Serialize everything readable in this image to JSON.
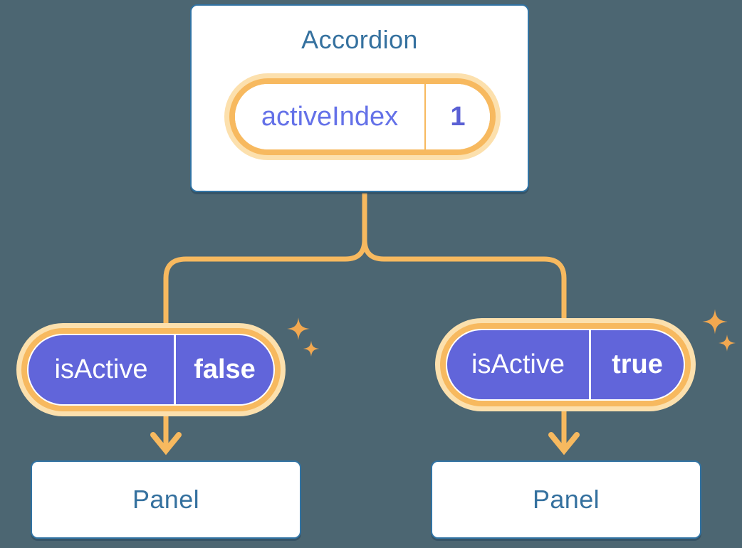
{
  "colors": {
    "background": "#4C6672",
    "card-bg": "#FFFFFF",
    "card-border": "#3173A3",
    "heading-text": "#35719F",
    "orange": "#F7B95F",
    "orange-halo": "#FCE0AD",
    "sparkle": "#F2A850",
    "purple": "#6165DA",
    "prop-name-text": "#6471E8",
    "prop-value-text": "#5A60D4",
    "pill-text-light": "#FFFFFF"
  },
  "accordion": {
    "title": "Accordion",
    "state": {
      "name": "activeIndex",
      "value": "1"
    }
  },
  "props": {
    "left": {
      "name": "isActive",
      "value": "false"
    },
    "right": {
      "name": "isActive",
      "value": "true"
    }
  },
  "panels": {
    "left": {
      "title": "Panel"
    },
    "right": {
      "title": "Panel"
    }
  },
  "icons": {
    "sparkle": "sparkle-icon"
  }
}
